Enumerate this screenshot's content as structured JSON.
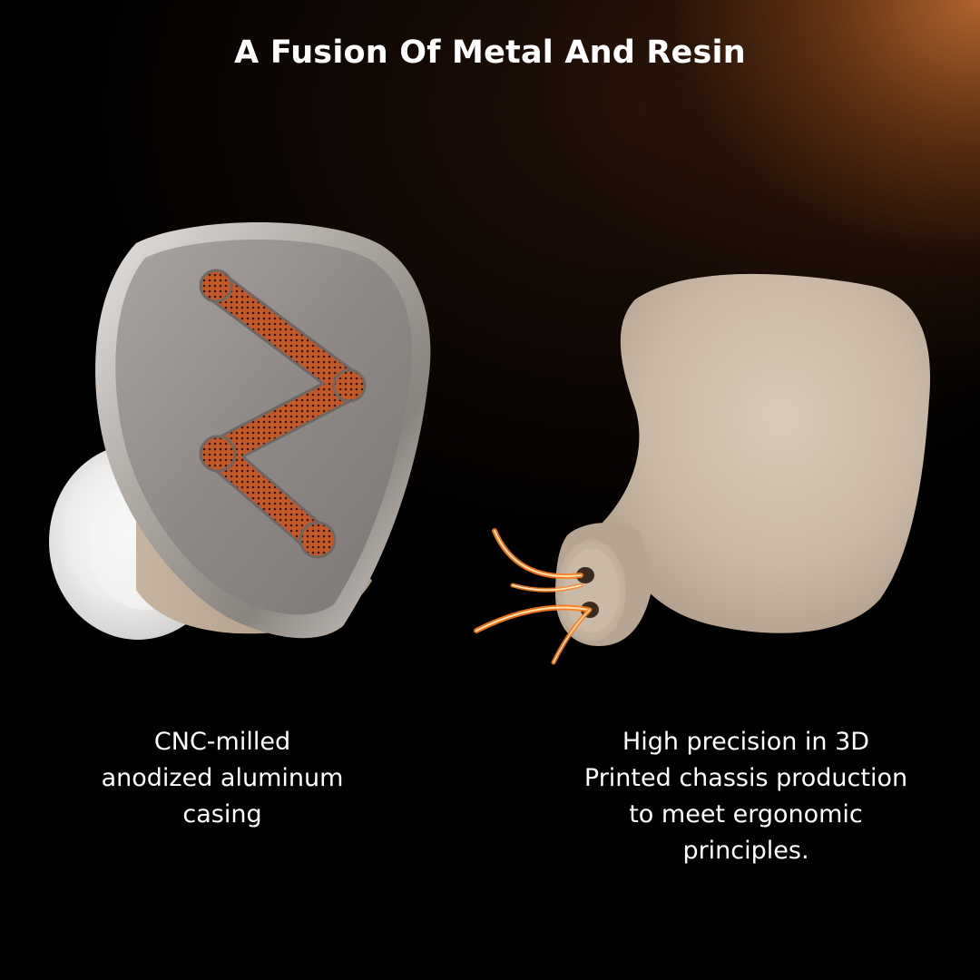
{
  "headline": "A Fusion Of Metal And Resin",
  "features": [
    {
      "lines": [
        "CNC-milled",
        "anodized aluminum",
        "casing"
      ]
    },
    {
      "lines": [
        "High precision in 3D",
        "Printed chassis production",
        "to meet ergonomic",
        "principles."
      ]
    }
  ],
  "colors": {
    "background": "#000000",
    "glow": "#b86a30",
    "text": "#ffffff",
    "metal_face": "#8f8a88",
    "copper_mesh": "#c25a2a",
    "resin_shell": "#cfc0ae",
    "ear_tip": "#efeeec"
  }
}
